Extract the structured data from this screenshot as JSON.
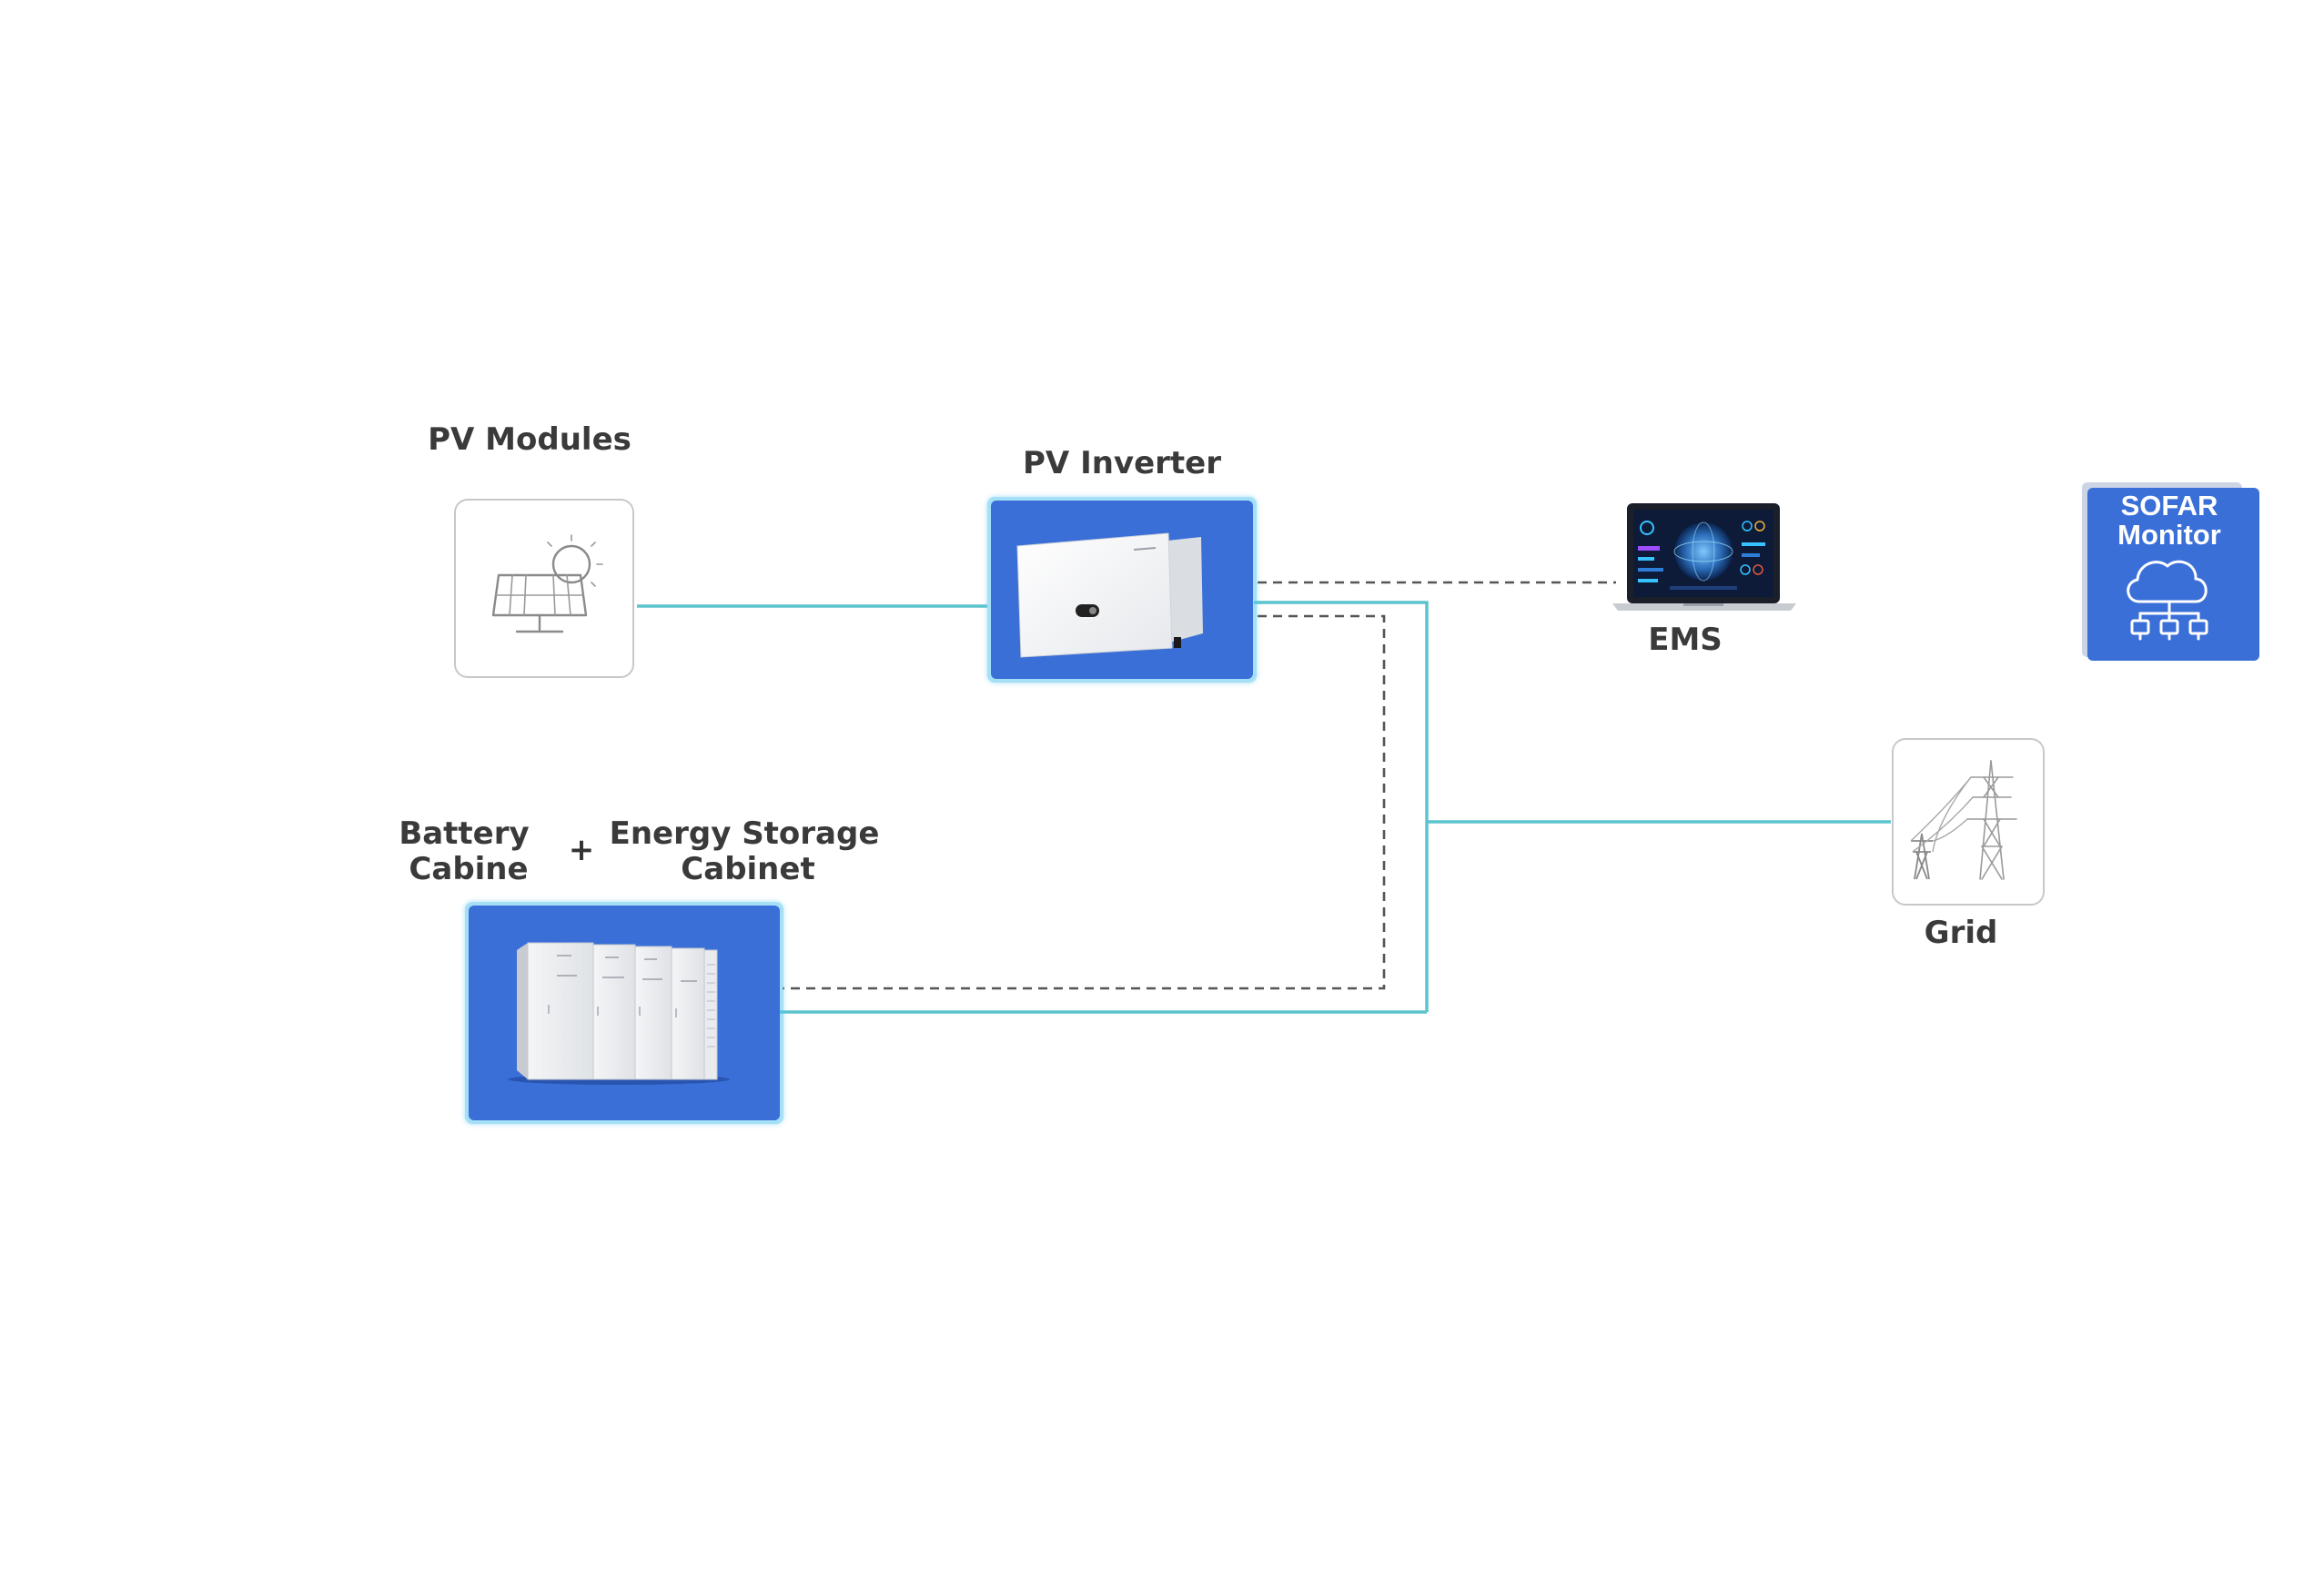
{
  "nodes": {
    "pv_modules": {
      "label": "PV Modules",
      "icon": "solar-panel-icon"
    },
    "pv_inverter": {
      "label": "PV Inverter",
      "icon": "inverter-icon"
    },
    "ems": {
      "label": "EMS",
      "icon": "laptop-dashboard-icon"
    },
    "sofar_monitor": {
      "line1": "SOFAR",
      "line2": "Monitor",
      "icon": "cloud-network-icon"
    },
    "grid": {
      "label": "Grid",
      "icon": "transmission-tower-icon"
    },
    "battery": {
      "line1": "Battery",
      "line2": "Cabine"
    },
    "storage": {
      "line1": "Energy Storage",
      "line2": "Cabinet",
      "icon": "storage-cabinet-icon"
    },
    "plus": "+"
  },
  "colors": {
    "power_line": "#5bc4cc",
    "comm_line": "#555555",
    "card_blue": "#3a6fd8",
    "card_glow": "#5cc8f0",
    "icon_stroke": "#8a8a8a",
    "label": "#3a3a3a"
  }
}
